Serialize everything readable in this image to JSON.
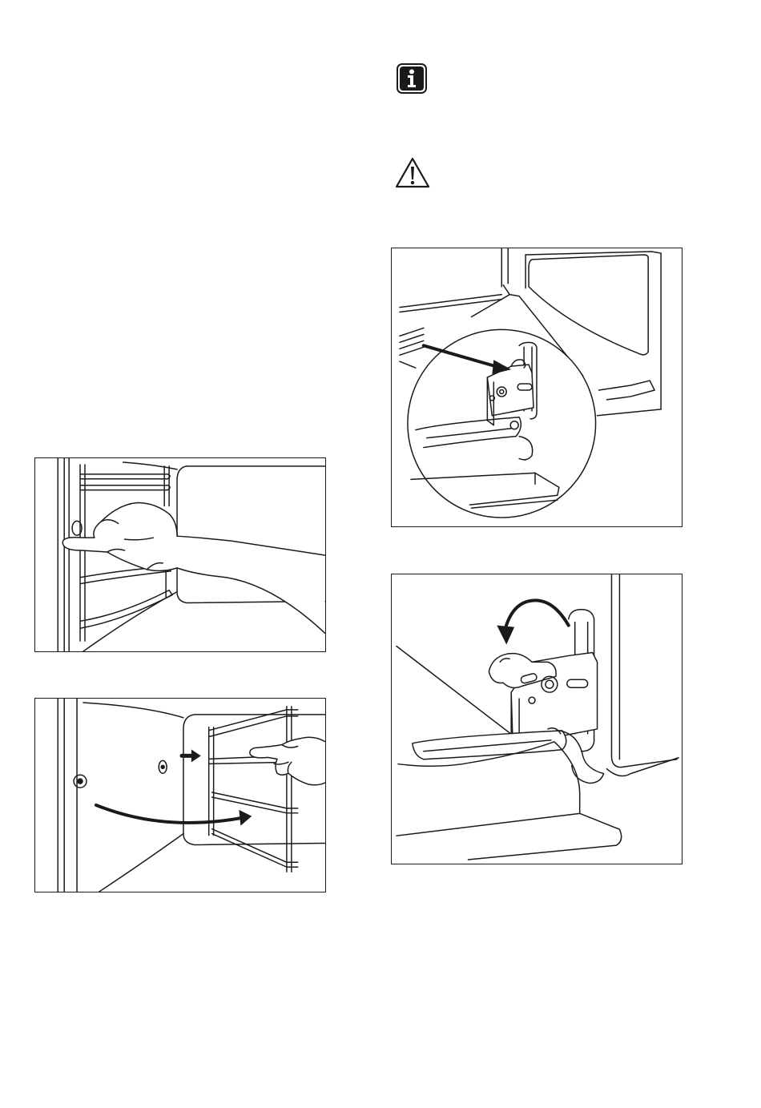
{
  "icons": {
    "info": "info-icon",
    "warning": "warning-icon"
  },
  "figures": [
    {
      "id": "fig-shelf-support-removal",
      "icon": "hand-icon"
    },
    {
      "id": "fig-shelf-support-installation",
      "icon": "arrow-icon"
    },
    {
      "id": "fig-door-hinge-detail",
      "icon": "arrow-icon"
    },
    {
      "id": "fig-hinge-lever-rotate",
      "icon": "curved-arrow-icon"
    }
  ],
  "colors": {
    "line": "#1a1a1a",
    "fill": "#ffffff",
    "shade": "#d9d9d9"
  }
}
